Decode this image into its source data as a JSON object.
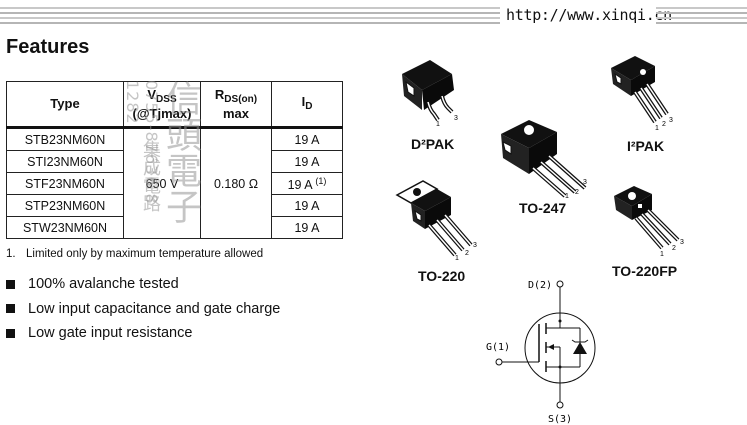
{
  "header": {
    "url": "http://www.xinqi.cn"
  },
  "features_title": "Features",
  "table": {
    "headers": {
      "type": "Type",
      "vdss_main": "V",
      "vdss_sub": "DSS",
      "vdss_cond": "(@Tjmax)",
      "rds_main": "R",
      "rds_sub": "DS(on)",
      "rds_line2": "max",
      "id_main": "I",
      "id_sub": "D"
    },
    "rows": [
      {
        "type": "STB23NM60N",
        "id": "19 A",
        "footnote": ""
      },
      {
        "type": "STI23NM60N",
        "id": "19 A",
        "footnote": ""
      },
      {
        "type": "STF23NM60N",
        "id": "19 A",
        "footnote": "(1)"
      },
      {
        "type": "STP23NM60N",
        "id": "19 A",
        "footnote": ""
      },
      {
        "type": "STW23NM60N",
        "id": "19 A",
        "footnote": ""
      }
    ],
    "vdss_value": "650 V",
    "rds_value": "0.180 Ω"
  },
  "watermark": {
    "phone": "0755-87636 8 1282",
    "big": "信頭電子",
    "small": "集成電路"
  },
  "footnote": {
    "number": "1.",
    "text": "Limited only by maximum temperature allowed"
  },
  "features": [
    "100% avalanche tested",
    "Low input capacitance and gate charge",
    "Low gate input resistance"
  ],
  "packages": {
    "d2pak": {
      "label": "D²PAK",
      "pins": [
        "1",
        "3"
      ]
    },
    "i2pak": {
      "label": "I²PAK",
      "pins": [
        "1",
        "2",
        "3"
      ]
    },
    "to247": {
      "label": "TO-247",
      "pins": [
        "1",
        "2",
        "3"
      ]
    },
    "to220": {
      "label": "TO-220",
      "pins": [
        "1",
        "2",
        "3"
      ]
    },
    "to220fp": {
      "label": "TO-220FP",
      "pins": [
        "1",
        "2",
        "3"
      ]
    }
  },
  "schematic": {
    "drain": "D(2)",
    "gate": "G(1)",
    "source": "S(3)"
  }
}
